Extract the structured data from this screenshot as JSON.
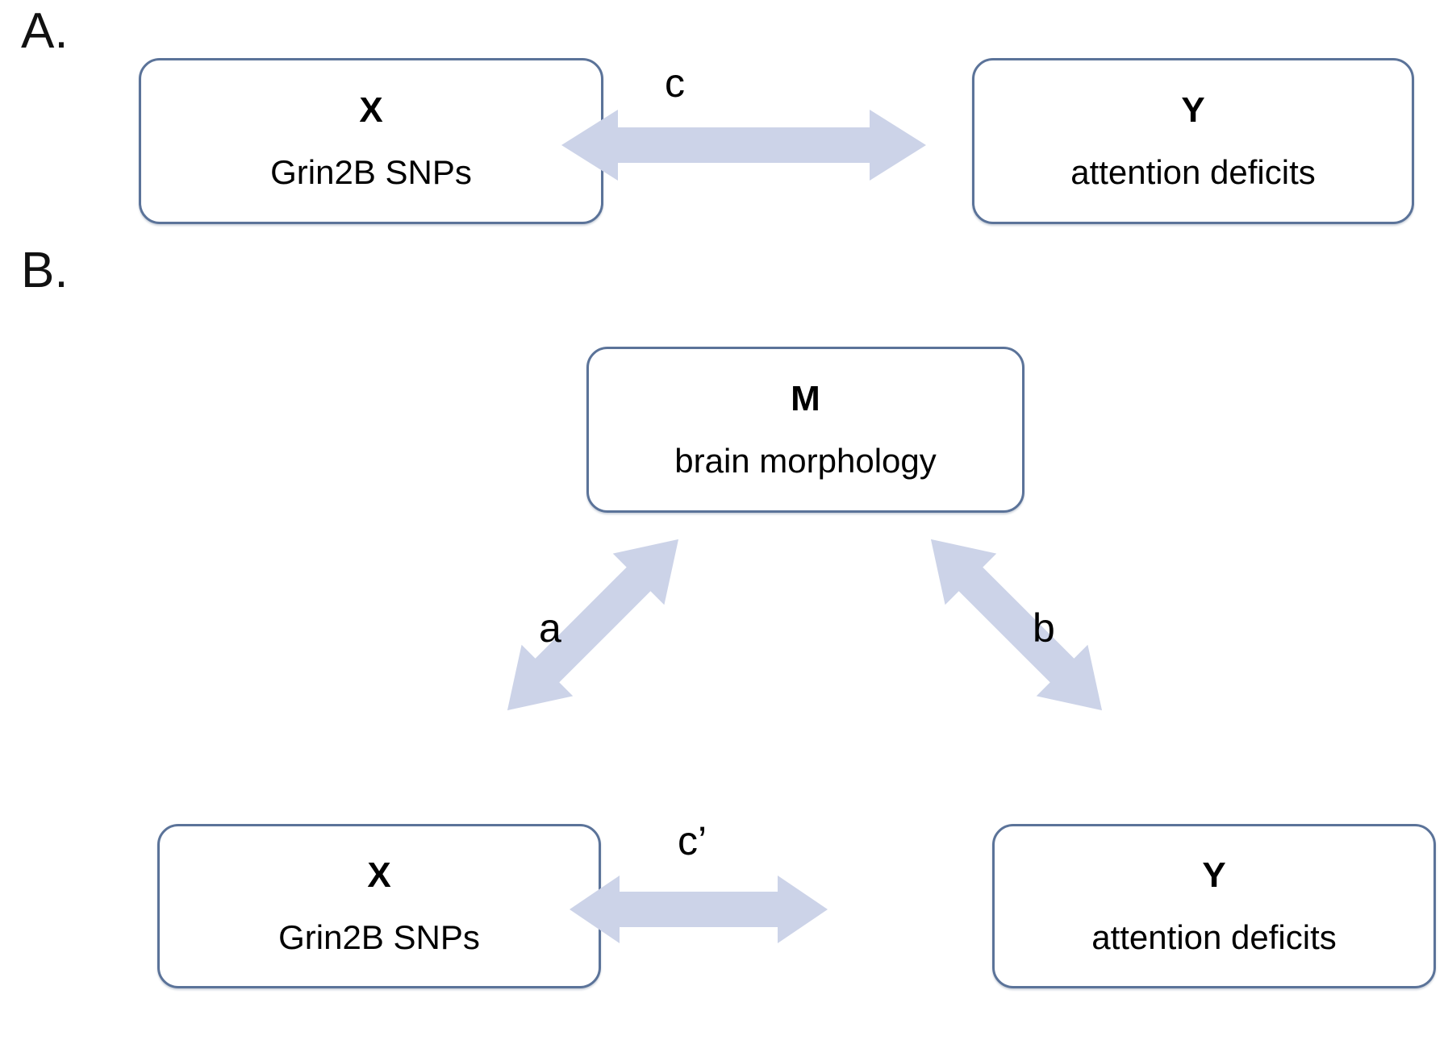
{
  "figure": {
    "background_color": "#ffffff",
    "box_border_color": "#5b7399",
    "arrow_fill_color": "#ccd3e8",
    "text_color": "#000000"
  },
  "panels": [
    {
      "letter": "A.",
      "nodes": [
        {
          "symbol": "X",
          "caption": "Grin2B SNPs"
        },
        {
          "symbol": "Y",
          "caption": "attention deficits"
        }
      ],
      "paths": [
        {
          "label": "c",
          "from": "X",
          "to": "Y",
          "style": "double-headed"
        }
      ]
    },
    {
      "letter": "B.",
      "nodes": [
        {
          "symbol": "M",
          "caption": "brain morphology"
        },
        {
          "symbol": "X",
          "caption": "Grin2B SNPs"
        },
        {
          "symbol": "Y",
          "caption": "attention deficits"
        }
      ],
      "paths": [
        {
          "label": "a",
          "from": "X",
          "to": "M",
          "style": "double-headed"
        },
        {
          "label": "b",
          "from": "M",
          "to": "Y",
          "style": "double-headed"
        },
        {
          "label": "c’",
          "from": "X",
          "to": "Y",
          "style": "double-headed"
        }
      ]
    }
  ],
  "panel_a": {
    "letter": "A.",
    "x_node": {
      "symbol": "X",
      "caption": "Grin2B SNPs"
    },
    "y_node": {
      "symbol": "Y",
      "caption": "attention deficits"
    },
    "path_c": {
      "label": "c"
    }
  },
  "panel_b": {
    "letter": "B.",
    "m_node": {
      "symbol": "M",
      "caption": "brain morphology"
    },
    "x_node": {
      "symbol": "X",
      "caption": "Grin2B SNPs"
    },
    "y_node": {
      "symbol": "Y",
      "caption": "attention deficits"
    },
    "path_a": {
      "label": "a"
    },
    "path_b": {
      "label": "b"
    },
    "path_c_prime": {
      "label": "c’"
    }
  }
}
